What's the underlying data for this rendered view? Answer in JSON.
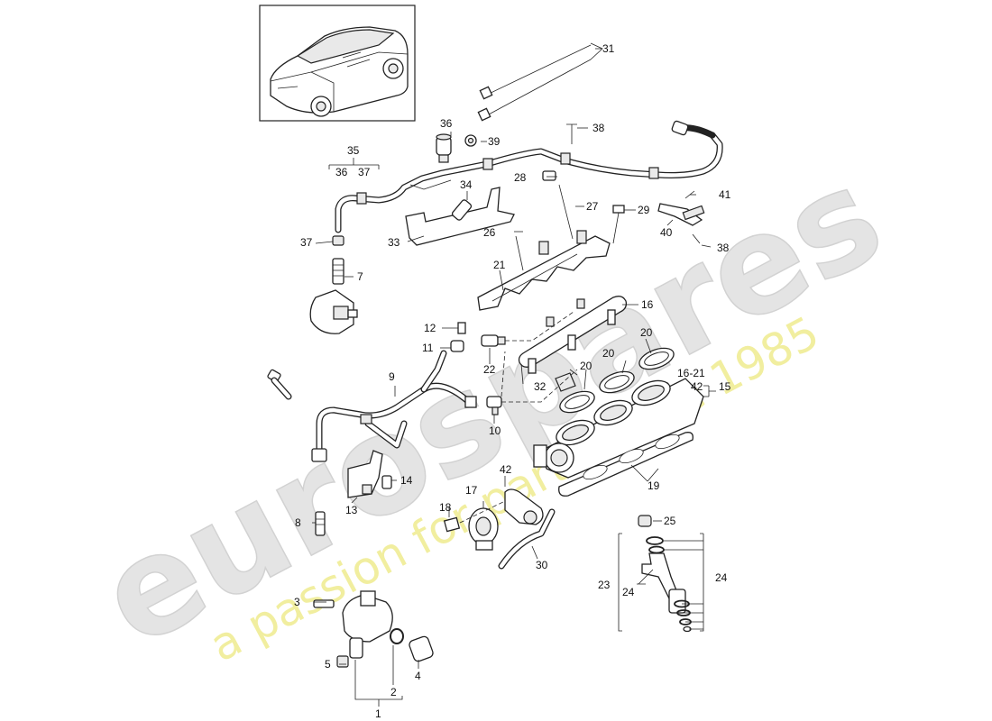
{
  "watermark": {
    "brand": "eurospares",
    "slogan": "a passion for parts since 1985",
    "brand_color": "#dedede",
    "slogan_color": "#f0ec9c"
  },
  "callouts": {
    "c1": "1",
    "c2": "2",
    "c3": "3",
    "c4": "4",
    "c5": "5",
    "c7": "7",
    "c8": "8",
    "c9": "9",
    "c10": "10",
    "c11": "11",
    "c12": "12",
    "c13": "13",
    "c14": "14",
    "c15": "15",
    "c16": "16",
    "c16_21": "16-21",
    "c17": "17",
    "c18": "18",
    "c19": "19",
    "c20a": "20",
    "c20b": "20",
    "c20c": "20",
    "c21": "21",
    "c22": "22",
    "c23": "23",
    "c24a": "24",
    "c24b": "24",
    "c25": "25",
    "c26": "26",
    "c27": "27",
    "c28": "28",
    "c29": "29",
    "c30": "30",
    "c31": "31",
    "c32": "32",
    "c33": "33",
    "c34": "34",
    "c35": "35",
    "c36a": "36",
    "c36b": "36",
    "c37a": "37",
    "c37b": "37",
    "c38a": "38",
    "c38b": "38",
    "c39": "39",
    "c40": "40",
    "c41": "41",
    "c42a": "42",
    "c42b": "42"
  }
}
